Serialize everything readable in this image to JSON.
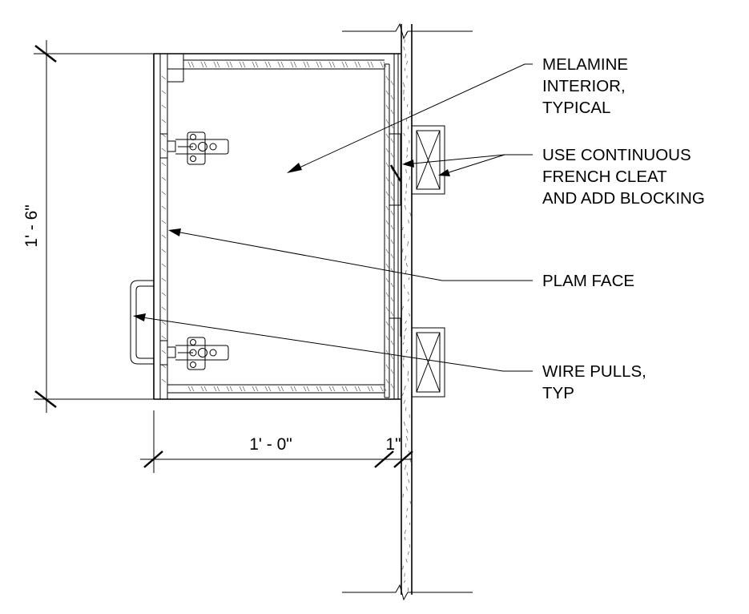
{
  "annotations": {
    "melamine": [
      "MELAMINE",
      "INTERIOR,",
      "TYPICAL"
    ],
    "french_cleat": [
      "USE CONTINUOUS",
      "FRENCH CLEAT",
      "AND ADD BLOCKING"
    ],
    "plam_face": [
      "PLAM FACE"
    ],
    "wire_pulls": [
      "WIRE PULLS,",
      "TYP"
    ]
  },
  "dimensions": {
    "height": "1' - 6\"",
    "width": "1' - 0\"",
    "gap": "1\""
  },
  "icons": [
    "break-line-icon",
    "hinge-icon",
    "wire-pull-icon",
    "blocking-icon",
    "arrowhead-icon"
  ],
  "colors": {
    "line": "#000000",
    "background": "#ffffff"
  }
}
